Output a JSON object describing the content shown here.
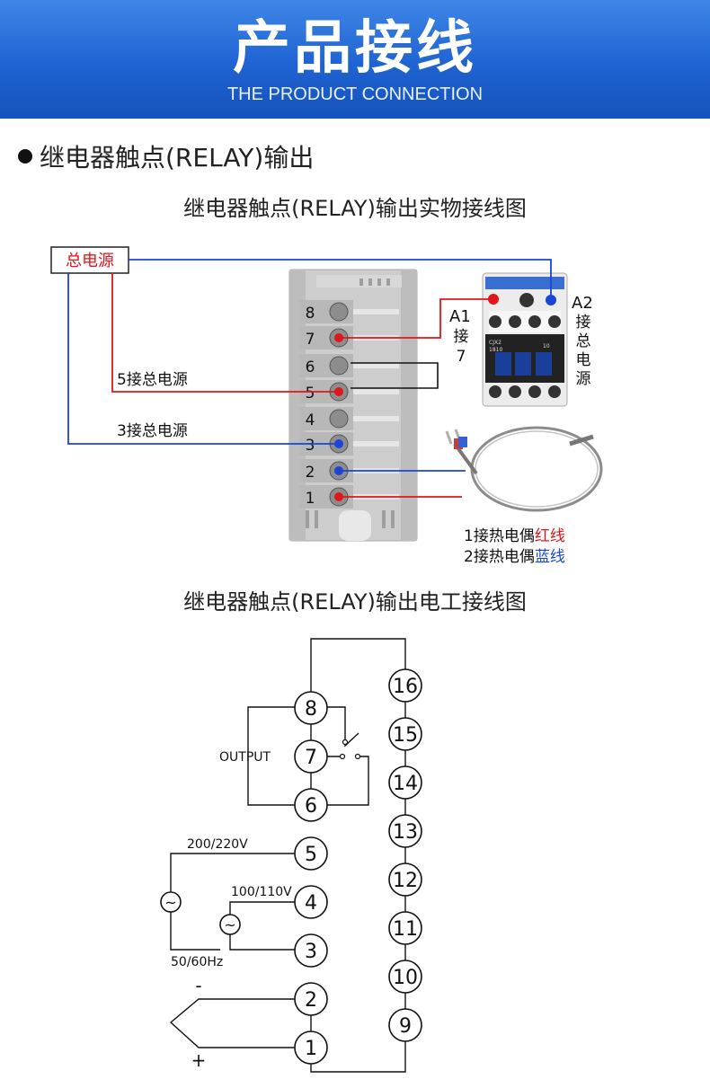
{
  "header": {
    "title": "产品接线",
    "subtitle": "THE PRODUCT CONNECTION",
    "bg_color": "#1e63d2"
  },
  "section": {
    "title": "继电器触点(RELAY)输出",
    "bullet_icon": "bullet-dot-icon"
  },
  "photo_diagram": {
    "caption": "继电器触点(RELAY)输出实物接线图",
    "power_source_label": "总电源",
    "label_5": "5接总电源",
    "label_3": "3接总电源",
    "terminal_numbers": [
      "8",
      "7",
      "6",
      "5",
      "4",
      "3",
      "2",
      "1"
    ],
    "contactor_a1_label": "A1",
    "contactor_a1_sub": [
      "接",
      "7"
    ],
    "contactor_a2_label": "A2",
    "contactor_a2_sub": [
      "接",
      "总",
      "电",
      "源"
    ],
    "contactor_model": "CJX2",
    "contactor_code": "1810",
    "contactor_num": "10",
    "thermocouple_line1_prefix": "1接热电偶",
    "thermocouple_line1_color_word": "红线",
    "thermocouple_line2_prefix": "2接热电偶",
    "thermocouple_line2_color_word": "蓝线",
    "red_color": "#e0161b",
    "blue_color": "#1a45d6"
  },
  "wiring_diagram": {
    "caption": "继电器触点(RELAY)输出电工接线图",
    "left_terminals": [
      "8",
      "7",
      "6",
      "5",
      "4",
      "3",
      "2",
      "1"
    ],
    "right_terminals": [
      "16",
      "15",
      "14",
      "13",
      "12",
      "11",
      "10",
      "9"
    ],
    "output_label": "OUTPUT",
    "voltage_high": "200/220V",
    "voltage_low": "100/110V",
    "frequency": "50/60Hz",
    "minus_sign": "-",
    "plus_sign": "+",
    "ac_symbol": "~"
  }
}
